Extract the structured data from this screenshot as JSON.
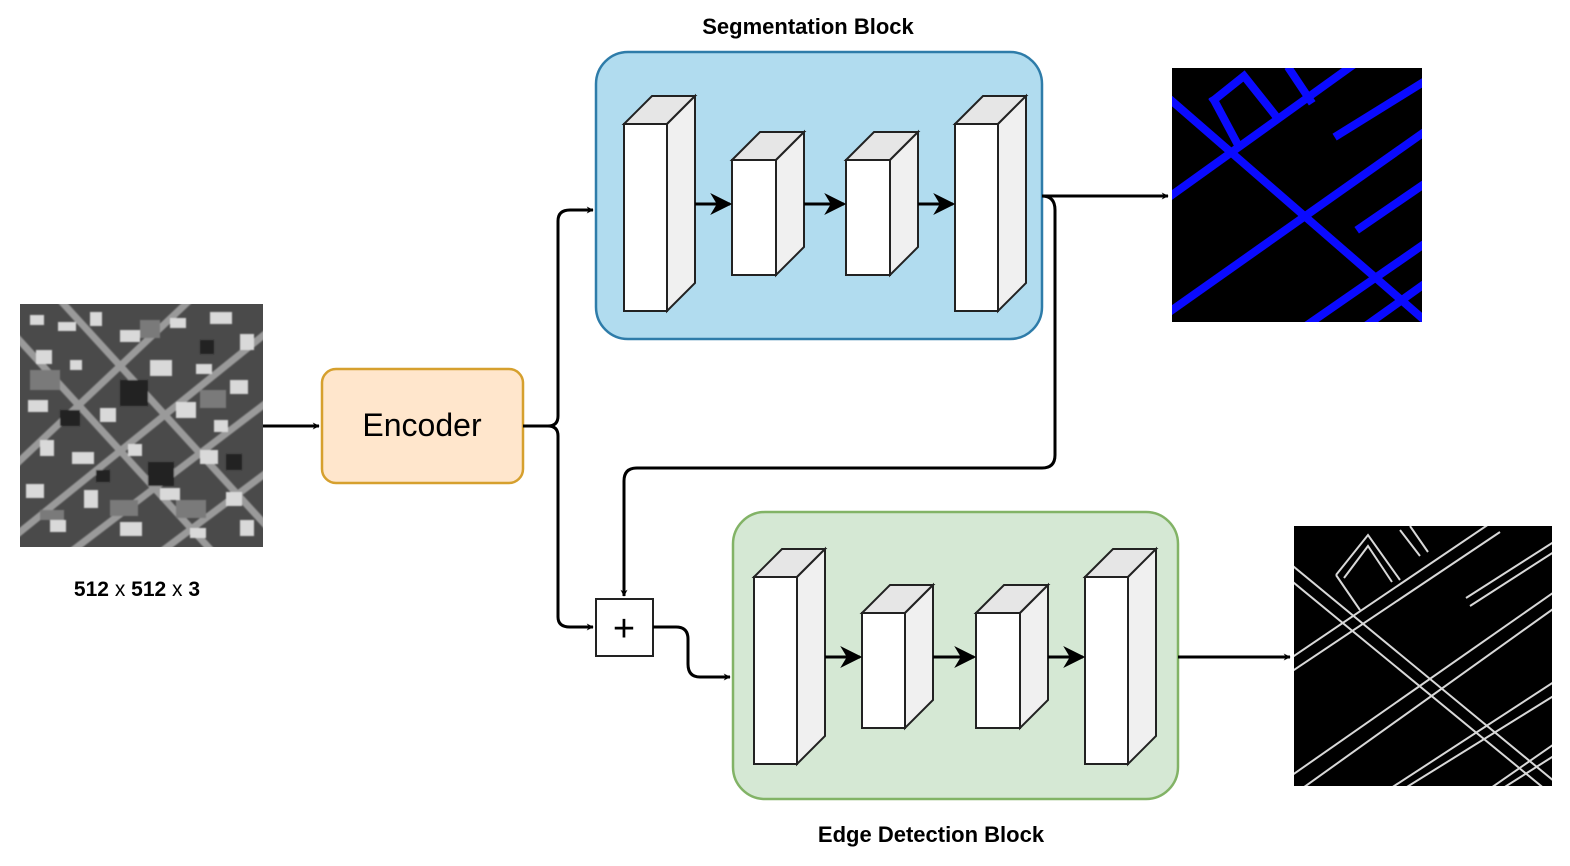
{
  "segmentation_block": {
    "title": "Segmentation Block",
    "fill": "#b1dcef",
    "stroke": "#2e7ca9"
  },
  "edge_block": {
    "title": "Edge Detection Block",
    "fill": "#d5e8d4",
    "stroke": "#82b366"
  },
  "encoder": {
    "label": "Encoder",
    "fill": "#ffe6cc",
    "stroke": "#d6a02e"
  },
  "input": {
    "size_label": {
      "d1": "512",
      "x1": "x",
      "d2": "512",
      "x2": "x",
      "d3": "3"
    }
  },
  "merge": {
    "symbol": "+"
  },
  "colors": {
    "road": "#0a0aff",
    "edge": "#d8d8d8",
    "background": "#000000",
    "cube_front": "#ffffff",
    "cube_side": "#f0f0f0"
  },
  "icons": {
    "input_image": "aerial-photo-icon",
    "seg_output": "road-mask-icon",
    "edge_output": "edge-map-icon"
  }
}
